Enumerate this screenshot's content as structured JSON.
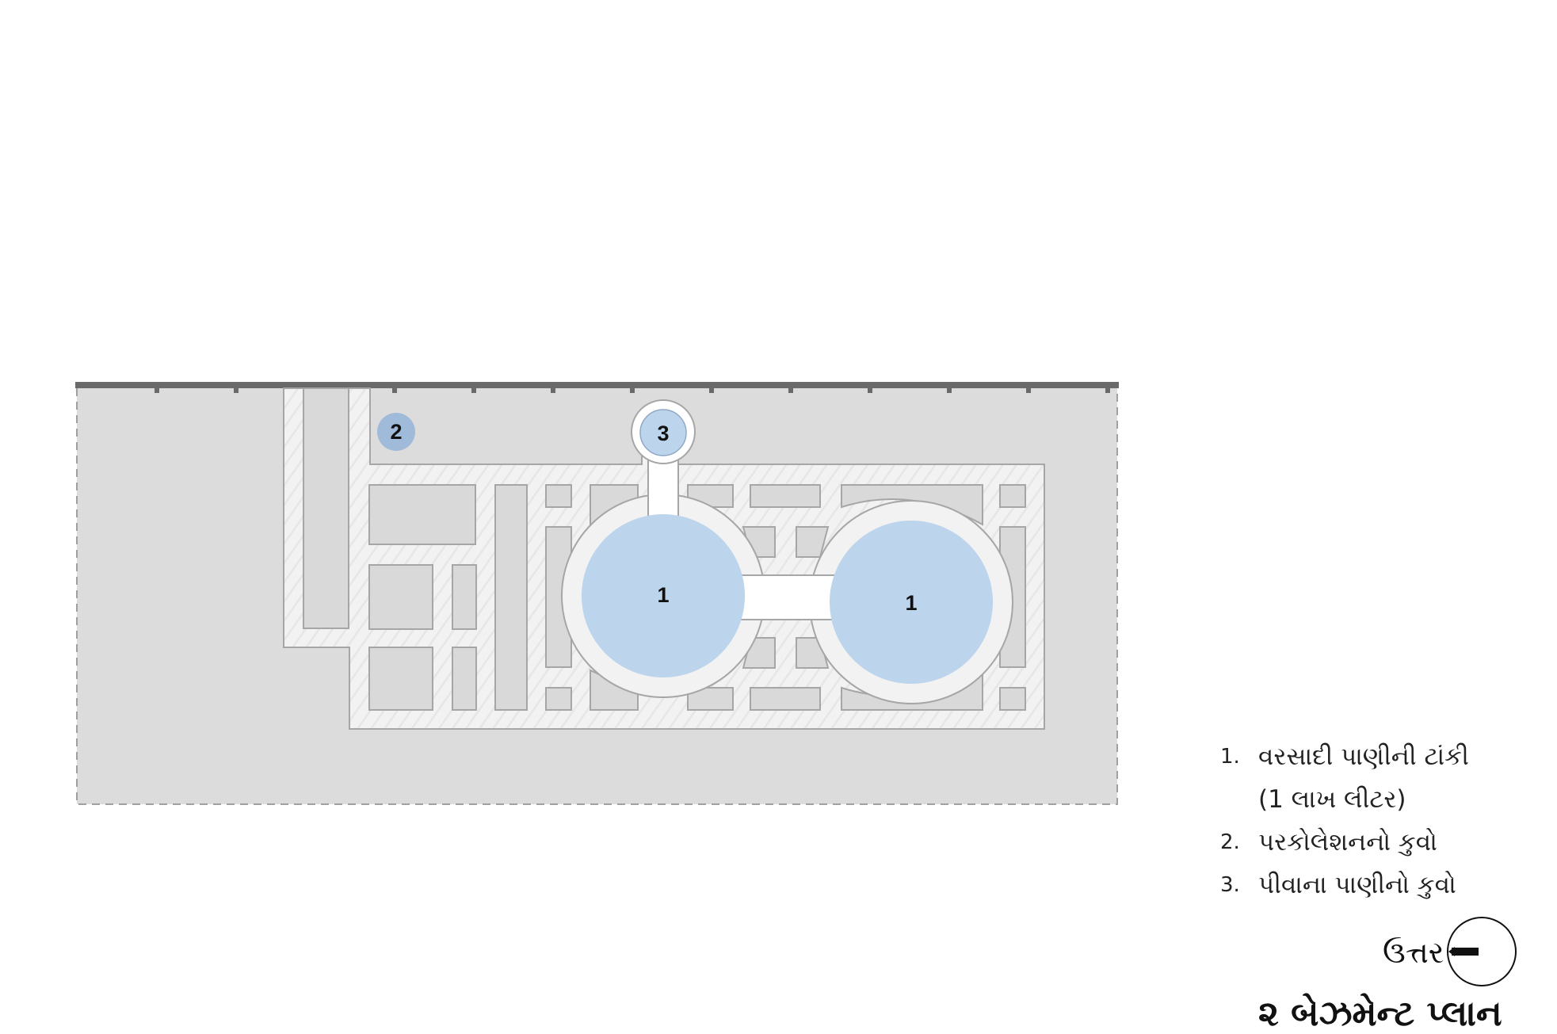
{
  "title": "૨ બેઝમેન્ટ પ્લાન",
  "north": {
    "label": "ઉત્તર"
  },
  "legend": [
    {
      "num": "1.",
      "line1": "વરસાદી પાણીની ટાંકી",
      "line2": "(1 લાખ લીટર)"
    },
    {
      "num": "2.",
      "line1": "પરકોલેશનનો કુવો"
    },
    {
      "num": "3.",
      "line1": "પીવાના પાણીનો કુવો"
    }
  ],
  "markers": {
    "tank_left": "1",
    "tank_right": "1",
    "percolation_well": "2",
    "drinking_well": "3"
  },
  "colors": {
    "site": "#dcdcdc",
    "passage": "#f2f2f2",
    "room": "#d9d9d9",
    "water": "#bcd4ec",
    "well_small": "#9fbbd9",
    "outline": "#a6a6a6",
    "edge": "#6a6a6a"
  }
}
